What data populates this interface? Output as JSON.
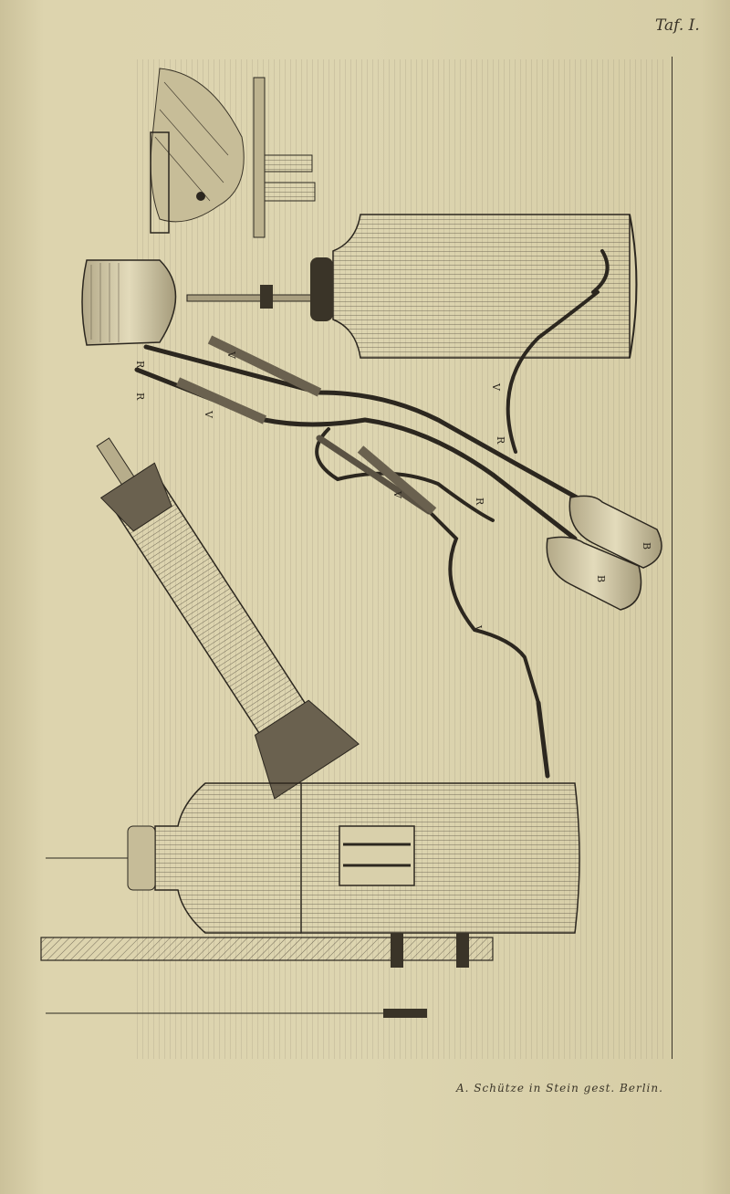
{
  "plate": {
    "number_label": "Taf. I.",
    "caption": "A. Schütze in Stein gest. Berlin."
  },
  "figure": {
    "tube_labels": [
      "V",
      "V",
      "V",
      "V",
      "V"
    ],
    "junction_labels": [
      "R",
      "R",
      "R",
      "R"
    ],
    "flask_labels": [
      "B",
      "B"
    ]
  },
  "colors": {
    "paper": "#d8cfa6",
    "ink": "#2c271f",
    "hatch": "#5a5243"
  }
}
